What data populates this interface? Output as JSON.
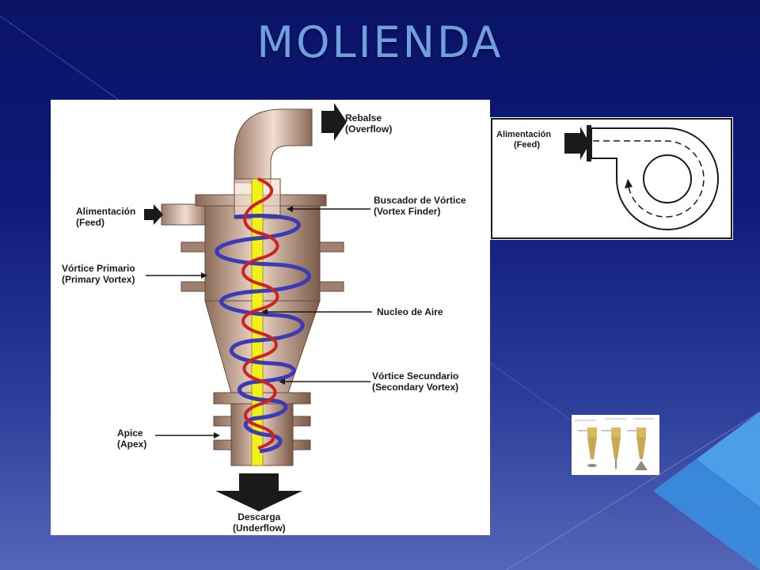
{
  "slide": {
    "title": "MOLIENDA",
    "colors": {
      "background": "#0a1366",
      "title": "#6f9fe0",
      "accent_triangle": "#3a8ee0"
    }
  },
  "diagram": {
    "labels": {
      "overflow": {
        "es": "Rebalse",
        "en": "(Overflow)"
      },
      "vortex_finder": {
        "es": "Buscador de Vórtice",
        "en": "(Vortex Finder)"
      },
      "feed": {
        "es": "Alimentación",
        "en": "(Feed)"
      },
      "primary_vortex": {
        "es": "Vórtice Primario",
        "en": "(Primary Vortex)"
      },
      "air_core": {
        "es": "Nucleo de Aire"
      },
      "secondary_vortex": {
        "es": "Vórtice Secundario",
        "en": "(Secondary Vortex)"
      },
      "apex": {
        "es": "Apice",
        "en": "(Apex)"
      },
      "underflow": {
        "es": "Descarga",
        "en": "(Underflow)"
      }
    },
    "colors": {
      "body": "#d9b8a6",
      "primary_vortex": "#3b3bb5",
      "secondary_vortex": "#cc2222",
      "air_core": "#f2f21a"
    }
  },
  "top_view": {
    "feed_label": {
      "es": "Alimentación",
      "en": "(Feed)"
    }
  }
}
